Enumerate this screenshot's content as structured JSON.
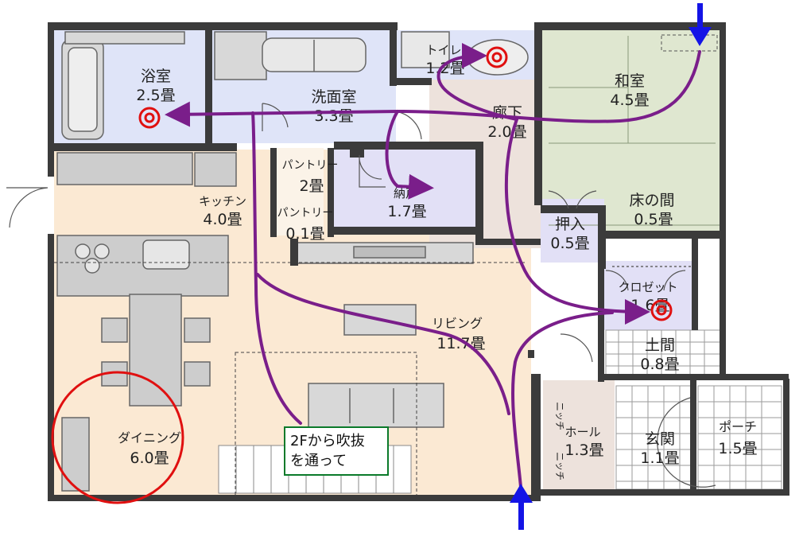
{
  "rooms": {
    "bath": {
      "name": "浴室",
      "size": "2.5畳"
    },
    "washroom": {
      "name": "洗面室",
      "size": "3.3畳"
    },
    "toilet": {
      "name": "トイレ",
      "size": "1.2畳"
    },
    "hallway": {
      "name": "廊下",
      "size": "2.0畳"
    },
    "washitsu": {
      "name": "和室",
      "size": "4.5畳"
    },
    "tokonoma": {
      "name": "床の間",
      "size": "0.5畳"
    },
    "oshiire": {
      "name": "押入",
      "size": "0.5畳"
    },
    "pantry1": {
      "name": "パントリー",
      "size": "2畳"
    },
    "pantry2": {
      "name": "パントリー",
      "size": "0.1畳"
    },
    "storage": {
      "name": "納戸",
      "size": "1.7畳"
    },
    "kitchen": {
      "name": "キッチン",
      "size": "4.0畳"
    },
    "closet": {
      "name": "クロゼット",
      "size": "1.6畳"
    },
    "doma": {
      "name": "土間",
      "size": "0.8畳"
    },
    "living": {
      "name": "リビング",
      "size": "11.7畳"
    },
    "dining": {
      "name": "ダイニング",
      "size": "6.0畳"
    },
    "hall": {
      "name": "ホール",
      "size": "1.3畳"
    },
    "genkan": {
      "name": "玄関",
      "size": "1.1畳"
    },
    "porch": {
      "name": "ポーチ",
      "size": "1.5畳"
    }
  },
  "side_labels": {
    "niche1": "ニッチ",
    "niche2": "ニッチ"
  },
  "note": {
    "line1": "2Fから吹抜",
    "line2": "を通って"
  },
  "colors": {
    "wall": "#3b3b3b",
    "wet_area": "#dfe4f8",
    "storage_purple": "#e2e0f6",
    "hall_pink": "#ede2dc",
    "washitsu_green": "#dfe7d0",
    "living_beige": "#fbe9d3",
    "fixture_gray": "#cdcdcd",
    "airflow_purple": "#7a1e8a",
    "inlet_blue": "#1414e6",
    "outlet_red": "#e01010",
    "note_border": "#0b7a2a"
  },
  "icons": [
    "inlet-arrow-icon",
    "outlet-vent-icon",
    "airflow-path"
  ]
}
